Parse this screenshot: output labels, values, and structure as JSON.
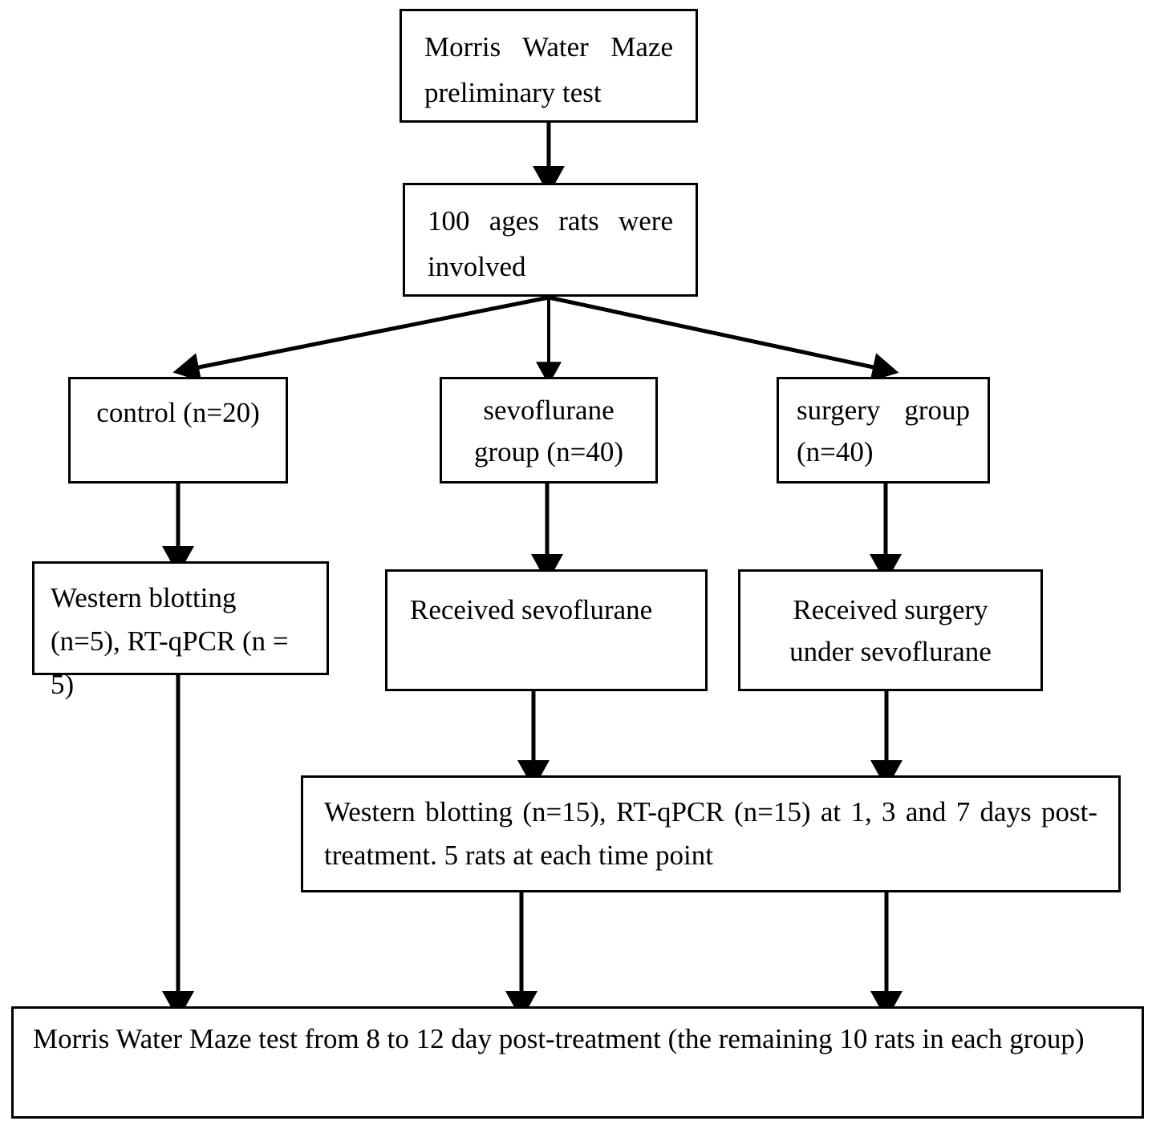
{
  "figure": {
    "type": "flowchart",
    "orientation": "top-to-bottom",
    "background_color": "#ffffff",
    "line_color": "#000000",
    "text_color": "#000000"
  },
  "nodes": {
    "mwm_preliminary": {
      "label": "Morris  Water  Maze preliminary test"
    },
    "rats_enrolled": {
      "label": "100  ages  rats  were involved"
    },
    "control_group": {
      "label": "control (n=20)"
    },
    "sevoflurane_group": {
      "label": "sevoflurane group (n=40)"
    },
    "surgery_group": {
      "label": "surgery  group (n=40)"
    },
    "control_assays": {
      "label": "Western blotting (n=5), RT-qPCR (n = 5)"
    },
    "received_sevoflurane": {
      "label": "Received sevoflurane"
    },
    "received_surgery": {
      "label": "Received surgery under sevoflurane"
    },
    "treatment_assays": {
      "label": "Western blotting  (n=15), RT-qPCR (n=15) at  1,  3  and  7  days post-treatment. 5 rats at each time point"
    },
    "mwm_final": {
      "label": "Morris Water Maze test from 8 to 12 day post-treatment (the remaining 10 rats in each group)"
    }
  },
  "edges": [
    {
      "from": "mwm_preliminary",
      "to": "rats_enrolled",
      "style": "straight-down"
    },
    {
      "from": "rats_enrolled",
      "to": "control_group",
      "style": "diagonal-left"
    },
    {
      "from": "rats_enrolled",
      "to": "sevoflurane_group",
      "style": "straight-down"
    },
    {
      "from": "rats_enrolled",
      "to": "surgery_group",
      "style": "diagonal-right"
    },
    {
      "from": "control_group",
      "to": "control_assays",
      "style": "straight-down"
    },
    {
      "from": "sevoflurane_group",
      "to": "received_sevoflurane",
      "style": "straight-down"
    },
    {
      "from": "surgery_group",
      "to": "received_surgery",
      "style": "straight-down"
    },
    {
      "from": "received_sevoflurane",
      "to": "treatment_assays",
      "style": "straight-down"
    },
    {
      "from": "received_surgery",
      "to": "treatment_assays",
      "style": "straight-down"
    },
    {
      "from": "control_assays",
      "to": "mwm_final",
      "style": "straight-down-long"
    },
    {
      "from": "treatment_assays",
      "to": "mwm_final",
      "style": "straight-down"
    },
    {
      "from": "treatment_assays",
      "to": "mwm_final",
      "style": "straight-down"
    }
  ]
}
